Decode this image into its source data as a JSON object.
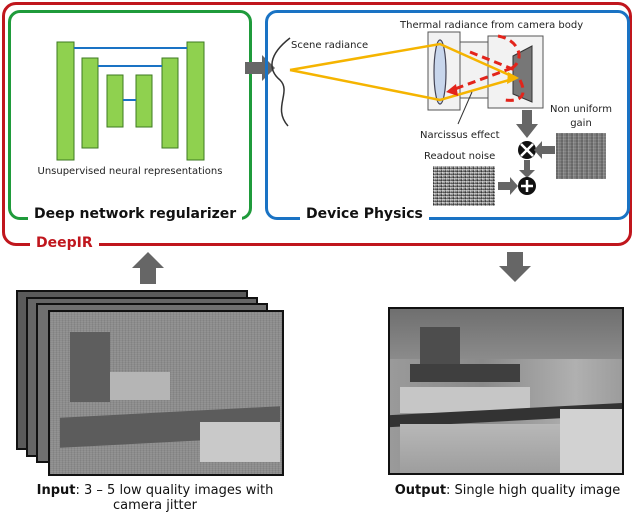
{
  "regularizer": {
    "caption": "Unsupervised neural representations",
    "title": "Deep network regularizer"
  },
  "physics": {
    "title": "Device Physics",
    "scene_radiance": "Scene radiance",
    "thermal_radiance": "Thermal radiance from camera body",
    "narcissus": "Narcissus effect",
    "readout_noise": "Readout noise",
    "nonuniform_gain_1": "Non uniform",
    "nonuniform_gain_2": "gain"
  },
  "deepir": {
    "label": "DeepIR"
  },
  "input": {
    "label_bold": "Input",
    "label_rest": ": 3 – 5 low quality images with",
    "label_line2": "camera jitter"
  },
  "output": {
    "label_bold": "Output",
    "label_rest": ": Single high quality image"
  },
  "colors": {
    "deepir": "#c0161d",
    "regularizer": "#1f9b3b",
    "physics": "#1a73c4",
    "network_blocks": "#8fd14f",
    "ray": "#f5b400",
    "narcissus_ray": "#e3241b"
  },
  "icons": {
    "multiply": "circled-times-icon",
    "add": "circled-plus-icon"
  }
}
